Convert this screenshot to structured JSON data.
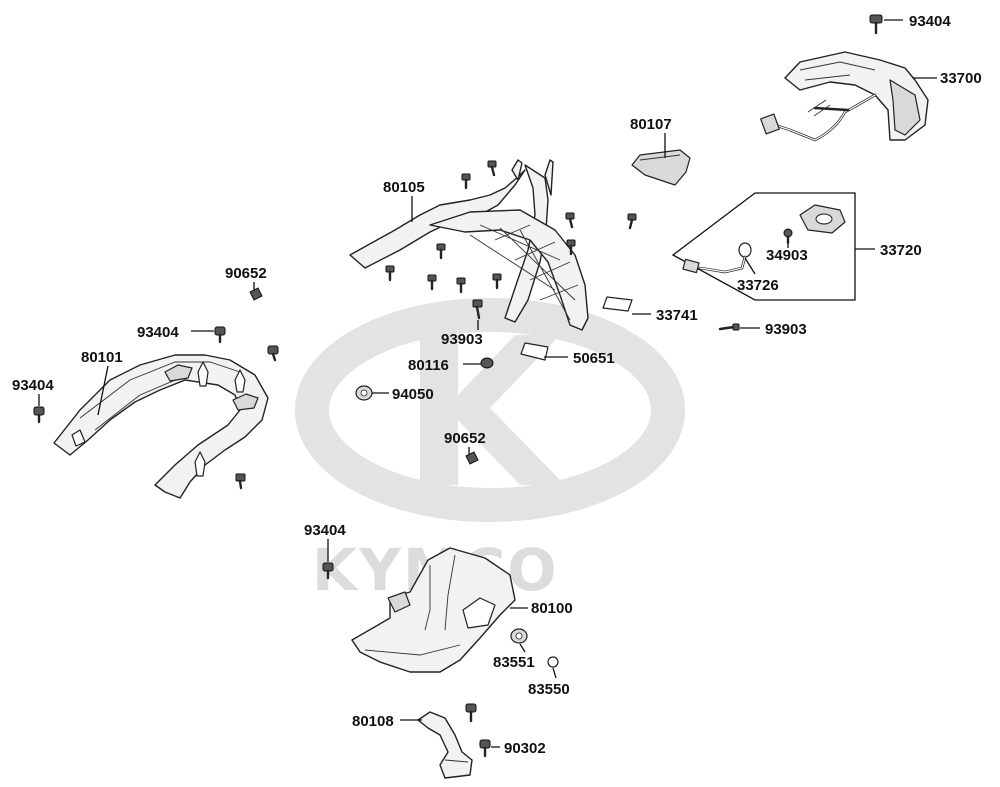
{
  "watermark": {
    "brand_text": "KYMCO",
    "color": "#dcdcdc"
  },
  "colors": {
    "line": "#111111",
    "part_fill": "#f2f2f2",
    "background": "#ffffff"
  },
  "labels": {
    "p93404_top": "93404",
    "p33700": "33700",
    "p80107": "80107",
    "p80105": "80105",
    "p33720": "33720",
    "p34903": "34903",
    "p33726": "33726",
    "p33741": "33741",
    "p93903_right": "93903",
    "p93903_center": "93903",
    "p80116": "80116",
    "p50651": "50651",
    "p94050": "94050",
    "p90652_left": "90652",
    "p90652_center": "90652",
    "p93404_left_a": "93404",
    "p93404_left_b": "93404",
    "p80101": "80101",
    "p93404_bottom": "93404",
    "p80100": "80100",
    "p83551": "83551",
    "p83550": "83550",
    "p80108": "80108",
    "p90302": "90302"
  }
}
